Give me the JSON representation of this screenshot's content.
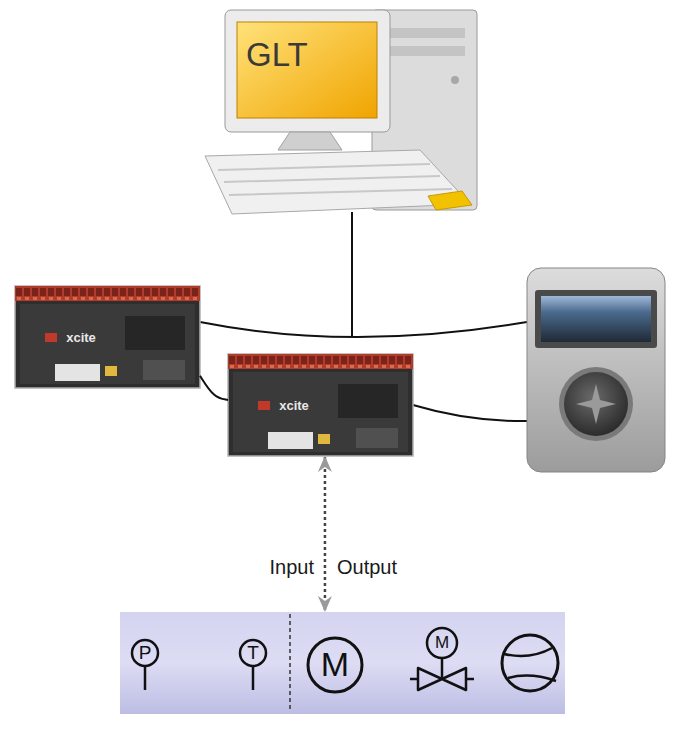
{
  "diagram": {
    "nodes": [
      {
        "text": [
          "GLT"
        ]
      },
      {
        "text": [
          "xcite"
        ]
      },
      {
        "text": [
          "xcite"
        ]
      },
      {
        "text": [
          "P",
          "T",
          "M",
          "M"
        ]
      }
    ],
    "edges": [
      {
        "from": 1,
        "to": 2,
        "arrow": "none"
      },
      {
        "from": 2,
        "to": 3,
        "arrow": "both"
      }
    ],
    "labels": [
      "Input",
      "Output"
    ]
  }
}
